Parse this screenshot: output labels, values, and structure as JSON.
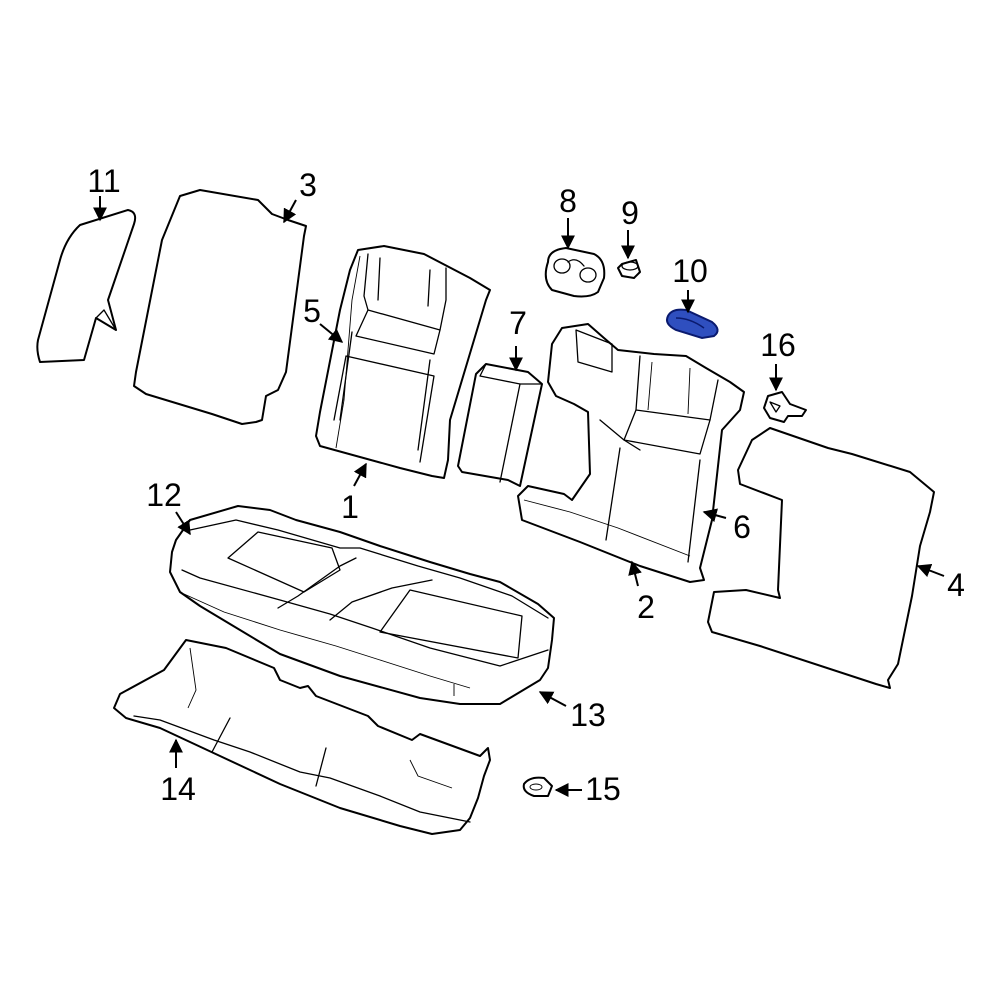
{
  "diagram": {
    "callouts": [
      {
        "id": "c1",
        "label": "1"
      },
      {
        "id": "c2",
        "label": "2"
      },
      {
        "id": "c3",
        "label": "3"
      },
      {
        "id": "c4",
        "label": "4"
      },
      {
        "id": "c5",
        "label": "5"
      },
      {
        "id": "c6",
        "label": "6"
      },
      {
        "id": "c7",
        "label": "7"
      },
      {
        "id": "c8",
        "label": "8"
      },
      {
        "id": "c9",
        "label": "9"
      },
      {
        "id": "c10",
        "label": "10"
      },
      {
        "id": "c11",
        "label": "11"
      },
      {
        "id": "c12",
        "label": "12"
      },
      {
        "id": "c13",
        "label": "13"
      },
      {
        "id": "c14",
        "label": "14"
      },
      {
        "id": "c15",
        "label": "15"
      },
      {
        "id": "c16",
        "label": "16"
      }
    ],
    "highlighted_part": "10",
    "colors": {
      "line": "#000000",
      "background": "#ffffff",
      "highlight_fill": "#2f4fbf",
      "highlight_stroke": "#0a1a6e"
    }
  }
}
